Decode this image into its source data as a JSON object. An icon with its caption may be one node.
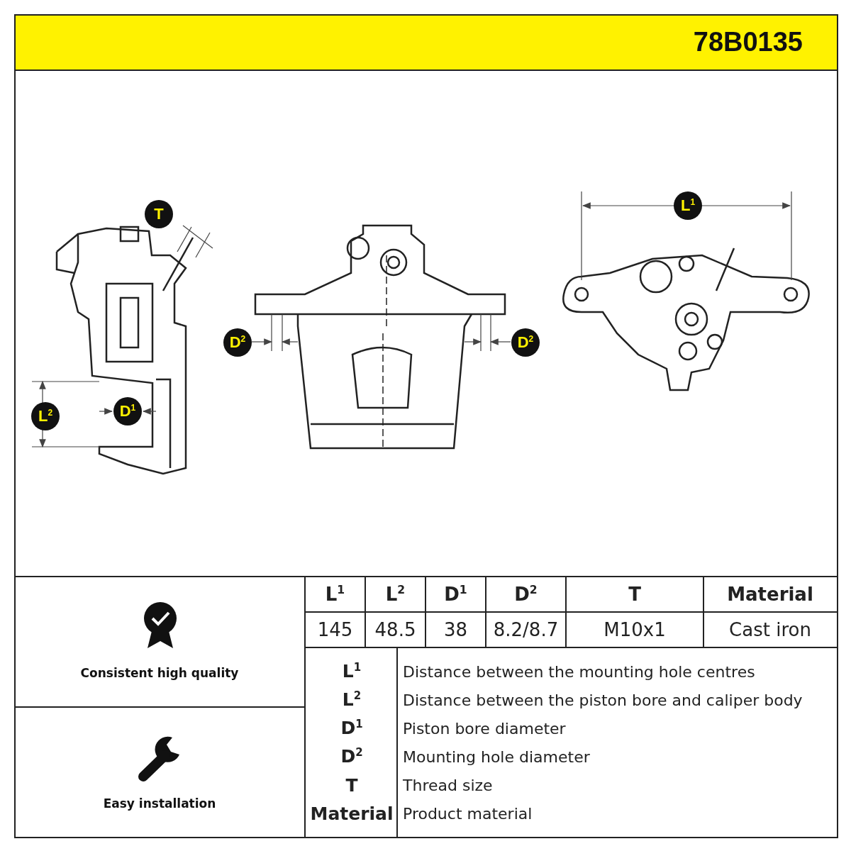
{
  "diagram": {
    "title": "78B0135",
    "labels": [
      "L$^{1}$",
      "T",
      "D$^{2}$",
      "D$^{2}$",
      "D$^{1}$",
      "L$^{2}$",
      "L$^{1}$",
      "L$^{2}$",
      "D$^{1}$",
      "D$^{2}$",
      "T",
      "Material",
      "145",
      "48.5",
      "38",
      "8.2/8.7",
      "M10x1",
      "Cast iron",
      "L$^{1}$",
      "Distance between the mounting hole centres",
      "L$^{2}$",
      "Distance between the piston bore and caliper body",
      "D$^{1}$",
      "Piston bore diameter",
      "D$^{2}$",
      "Mounting hole diameter",
      "T",
      "Thread size",
      "Material",
      "Product material",
      "Consistent high quality",
      "Easy installation"
    ]
  }
}
